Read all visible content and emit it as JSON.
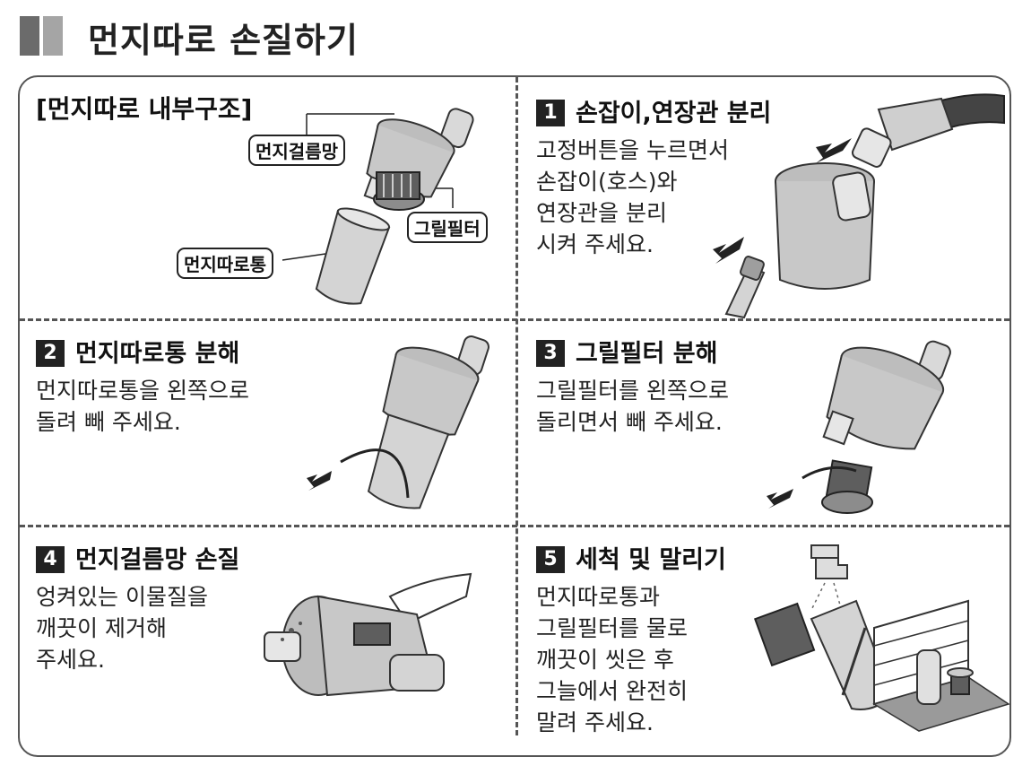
{
  "header": {
    "title": "먼지따로 손질하기"
  },
  "structure": {
    "title": "[먼지따로 내부구조]",
    "labels": {
      "filter_mesh": "먼지걸름망",
      "grill_filter": "그릴필터",
      "dust_bin": "먼지따로통"
    }
  },
  "steps": [
    {
      "number": "1",
      "title": "손잡이,연장관 분리",
      "text": "고정버튼을 누르면서\n손잡이(호스)와\n연장관을 분리\n시켜 주세요."
    },
    {
      "number": "2",
      "title": "먼지따로통 분해",
      "text": "먼지따로통을 왼쪽으로\n돌려 빼 주세요."
    },
    {
      "number": "3",
      "title": "그릴필터 분해",
      "text": "그릴필터를 왼쪽으로\n돌리면서 빼 주세요."
    },
    {
      "number": "4",
      "title": "먼지걸름망 손질",
      "text": "엉켜있는 이물질을\n깨끗이 제거해\n주세요."
    },
    {
      "number": "5",
      "title": "세척 및 말리기",
      "text": "먼지따로통과\n그릴필터를 물로\n깨끗이 씻은 후\n그늘에서 완전히\n말려 주세요."
    }
  ]
}
